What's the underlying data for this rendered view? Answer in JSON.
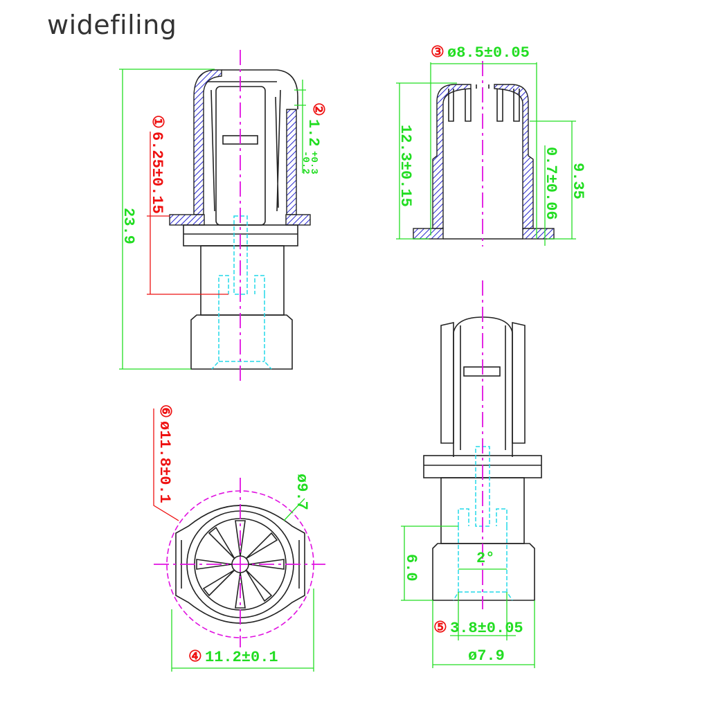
{
  "watermark": "widefiling",
  "dims": {
    "d1_marker": "①",
    "d1": "6.25±0.15",
    "d2_marker": "②",
    "d2": "1.2",
    "d2_tol_plus": "+0.3",
    "d2_tol_minus": "-0.2",
    "overall": "23.9",
    "d3_marker": "③",
    "d3": "ø8.5±0.05",
    "sleeve_height": "12.3±0.15",
    "wall": "0.7±0.06",
    "inner_height": "9.35",
    "d6_marker": "⑥",
    "d6": "ø11.8±0.1",
    "d97": "ø9.7",
    "d4_marker": "④",
    "d4": "11.2±0.1",
    "d60": "6.0",
    "angle": "2°",
    "d5_marker": "⑤",
    "d5": "3.8±0.05",
    "d79": "ø7.9"
  },
  "colors": {
    "dimension": "#22dd22",
    "critical": "#ee1111",
    "centerline": "#e010e0",
    "hidden": "#22d8e8",
    "hatch": "#2222cc"
  }
}
